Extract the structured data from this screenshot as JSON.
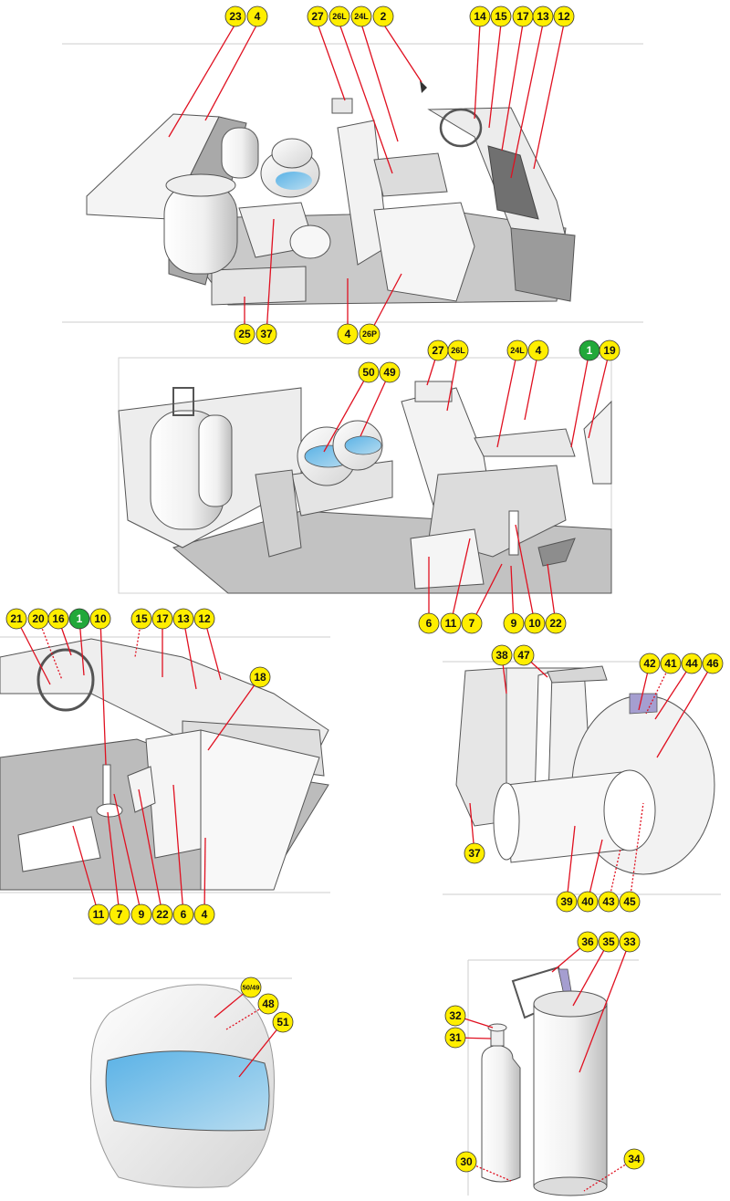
{
  "labels": {
    "top": [
      "23",
      "4",
      "27",
      "26L",
      "24L",
      "2",
      "14",
      "15",
      "17",
      "13",
      "12",
      "25",
      "37",
      "4",
      "26P"
    ],
    "panel2": [
      "27",
      "26L",
      "24L",
      "4",
      "1",
      "19",
      "50",
      "49",
      "6",
      "11",
      "7",
      "9",
      "10",
      "22"
    ],
    "panel3": [
      "21",
      "20",
      "16",
      "1",
      "10",
      "15",
      "17",
      "13",
      "12",
      "18",
      "11",
      "7",
      "9",
      "22",
      "6",
      "4"
    ],
    "panel4": [
      "38",
      "47",
      "42",
      "41",
      "44",
      "46",
      "37",
      "39",
      "40",
      "43",
      "45"
    ],
    "panel5": [
      "50/49",
      "48",
      "51"
    ],
    "panel6": [
      "36",
      "35",
      "33",
      "32",
      "31",
      "30",
      "34"
    ]
  },
  "colors": {
    "badge": "#ffee00",
    "badge_green": "#22a83a",
    "leader": "#e01020",
    "visor": "#7ec4ea"
  }
}
